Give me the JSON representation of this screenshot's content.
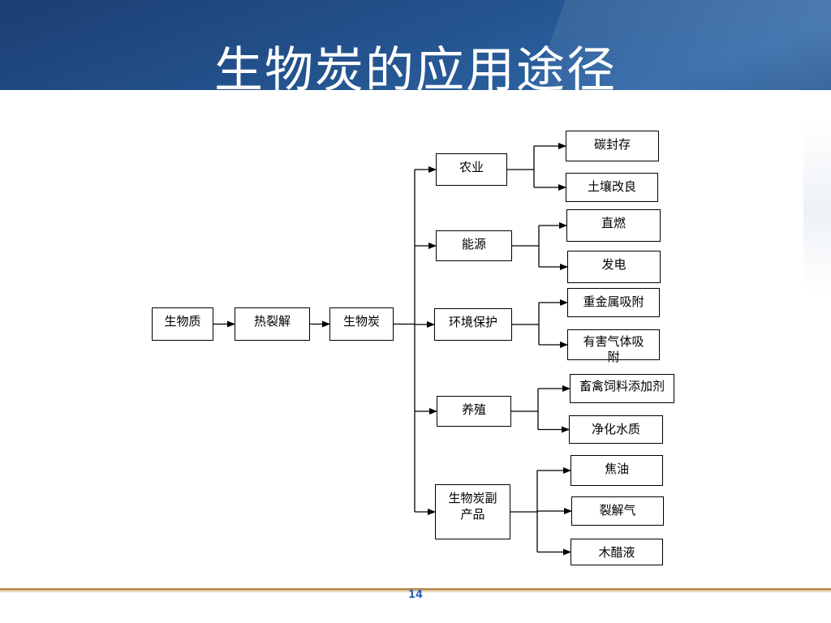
{
  "slide": {
    "title": "生物炭的应用途径",
    "page_number": "14"
  },
  "diagram": {
    "chain": [
      "生物质",
      "热裂解",
      "生物炭"
    ],
    "categories": [
      {
        "label": "农业",
        "children": [
          "碳封存",
          "土壤改良"
        ]
      },
      {
        "label": "能源",
        "children": [
          "直燃",
          "发电"
        ]
      },
      {
        "label": "环境保护",
        "children": [
          "重金属吸附",
          "有害气体吸附"
        ]
      },
      {
        "label": "养殖",
        "children": [
          "畜禽饲料添加剂",
          "净化水质"
        ]
      },
      {
        "label": "生物炭副产品",
        "children": [
          "焦油",
          "裂解气",
          "木醋液"
        ]
      }
    ]
  },
  "colors": {
    "header_blue": "#24548f",
    "footer_gold": "#b8914f",
    "page_number_blue": "#2f63b8"
  }
}
